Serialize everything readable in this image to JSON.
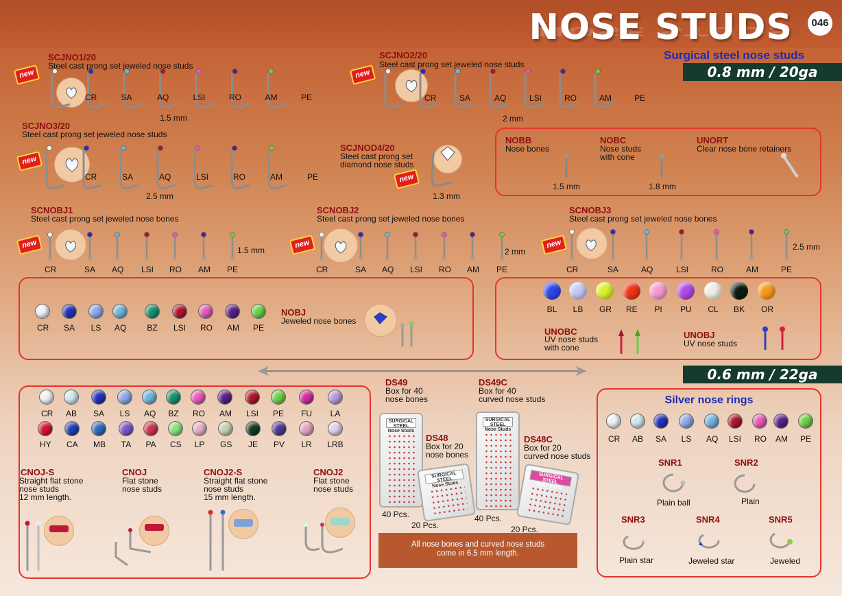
{
  "header": {
    "title": "NOSE STUDS",
    "page_number": "046"
  },
  "section": {
    "subtitle": "Surgical steel nose studs",
    "gauge_08": "0.8 mm / 20ga",
    "gauge_06": "0.6 mm / 22ga"
  },
  "new_badge": "new",
  "scjno1": {
    "code": "SCJNO1/20",
    "desc": "Steel cast prong set jeweled nose studs",
    "size": "1.5 mm",
    "colors": [
      "CR",
      "SA",
      "AQ",
      "LSI",
      "RO",
      "AM",
      "PE"
    ]
  },
  "scjno2": {
    "code": "SCJNO2/20",
    "desc": "Steel cast prong set jeweled nose studs",
    "size": "2 mm",
    "colors": [
      "CR",
      "SA",
      "AQ",
      "LSI",
      "RO",
      "AM",
      "PE"
    ]
  },
  "scjno3": {
    "code": "SCJNO3/20",
    "desc": "Steel cast prong set jeweled nose studs",
    "size": "2.5 mm",
    "colors": [
      "CR",
      "SA",
      "AQ",
      "LSI",
      "RO",
      "AM",
      "PE"
    ]
  },
  "scjnod4": {
    "code": "SCJNOD4/20",
    "desc1": "Steel cast prong set",
    "desc2": "diamond nose studs",
    "size": "1.3 mm"
  },
  "nobb": {
    "code": "NOBB",
    "desc": "Nose bones",
    "size": "1.5 mm"
  },
  "nobc": {
    "code": "NOBC",
    "desc1": "Nose studs",
    "desc2": "with cone",
    "size": "1.8 mm"
  },
  "unort": {
    "code": "UNORT",
    "desc": "Clear nose bone retainers"
  },
  "scnobj1": {
    "code": "SCNOBJ1",
    "desc": "Steel cast prong set jeweled nose bones",
    "size": "1.5 mm",
    "colors": [
      "CR",
      "SA",
      "AQ",
      "LSI",
      "RO",
      "AM",
      "PE"
    ]
  },
  "scnobj2": {
    "code": "SCNOBJ2",
    "desc": "Steel cast prong set jeweled nose bones",
    "size": "2 mm",
    "colors": [
      "CR",
      "SA",
      "AQ",
      "LSI",
      "RO",
      "AM",
      "PE"
    ]
  },
  "scnobj3": {
    "code": "SCNOBJ3",
    "desc": "Steel cast prong set jeweled nose bones",
    "size": "2.5 mm",
    "colors": [
      "CR",
      "SA",
      "AQ",
      "LSI",
      "RO",
      "AM",
      "PE"
    ]
  },
  "nobj": {
    "code": "NOBJ",
    "desc": "Jeweled nose bones",
    "colors": [
      "CR",
      "SA",
      "LS",
      "AQ",
      "BZ",
      "LSI",
      "RO",
      "AM",
      "PE"
    ]
  },
  "uv": {
    "colors": [
      "BL",
      "LB",
      "GR",
      "RE",
      "PI",
      "PU",
      "CL",
      "BK",
      "OR"
    ],
    "unobc_code": "UNOBC",
    "unobc_desc1": "UV nose studs",
    "unobc_desc2": "with cone",
    "unobj_code": "UNOBJ",
    "unobj_desc": "UV nose studs"
  },
  "flat": {
    "colors_row1": [
      "CR",
      "AB",
      "SA",
      "LS",
      "AQ",
      "BZ",
      "RO",
      "AM",
      "LSI",
      "PE",
      "FU",
      "LA"
    ],
    "colors_row2": [
      "HY",
      "CA",
      "MB",
      "TA",
      "PA",
      "CS",
      "LP",
      "GS",
      "JE",
      "PV",
      "LR",
      "LRB"
    ],
    "cnojs_code": "CNOJ-S",
    "cnojs_d1": "Straight flat stone",
    "cnojs_d2": "nose studs",
    "cnojs_d3": "12 mm length.",
    "cnoj_code": "CNOJ",
    "cnoj_d1": "Flat stone",
    "cnoj_d2": "nose studs",
    "cnoj2s_code": "CNOJ2-S",
    "cnoj2s_d1": "Straight flat stone",
    "cnoj2s_d2": "nose studs",
    "cnoj2s_d3": "15 mm length.",
    "cnoj2_code": "CNOJ2",
    "cnoj2_d1": "Flat stone",
    "cnoj2_d2": "nose studs"
  },
  "display": {
    "box_label_1": "SURGICAL STEEL",
    "box_label_2": "Nose Studs",
    "ds49_code": "DS49",
    "ds49_d1": "Box for 40",
    "ds49_d2": "nose bones",
    "ds49_pcs": "40 Pcs.",
    "ds48_code": "DS48",
    "ds48_d1": "Box for 20",
    "ds48_d2": "nose bones",
    "ds48_pcs": "20 Pcs.",
    "ds49c_code": "DS49C",
    "ds49c_d1": "Box for 40",
    "ds49c_d2": "curved nose studs",
    "ds49c_pcs": "40 Pcs.",
    "ds48c_code": "DS48C",
    "ds48c_d1": "Box for 20",
    "ds48c_d2": "curved nose studs",
    "ds48c_pcs": "20 Pcs.",
    "note_1": "All nose bones and curved nose studs",
    "note_2": "come in 6.5 mm length."
  },
  "rings": {
    "title": "Silver nose rings",
    "colors": [
      "CR",
      "AB",
      "SA",
      "LS",
      "AQ",
      "LSI",
      "RO",
      "AM",
      "PE"
    ],
    "snr1_code": "SNR1",
    "snr1_desc": "Plain ball",
    "snr2_code": "SNR2",
    "snr2_desc": "Plain",
    "snr3_code": "SNR3",
    "snr3_desc": "Plain star",
    "snr4_code": "SNR4",
    "snr4_desc": "Jeweled star",
    "snr5_code": "SNR5",
    "snr5_desc": "Jeweled"
  },
  "colors": {
    "CR": "#eef2f6",
    "SA": "#2230b8",
    "AQ": "#6fb3dc",
    "LSI": "#b0142a",
    "RO": "#e858b8",
    "AM": "#5a1f88",
    "PE": "#6cd046",
    "LS": "#8ea6e8",
    "BZ": "#169070",
    "AB": "#cfe6f0",
    "FU": "#d42aa0",
    "LA": "#b69ad8",
    "HY": "#d81030",
    "CA": "#1f3fae",
    "MB": "#2c6ab8",
    "TA": "#7a56c6",
    "PA": "#d0344c",
    "CS": "#8ae27a",
    "LP": "#e6aeca",
    "GS": "#c6d0b2",
    "JE": "#143c22",
    "PV": "#4c3a90",
    "LR": "#e2a2c2",
    "LRB": "#dcd0e8",
    "BL": "#3046e8",
    "LB": "#c4c8f4",
    "GR": "#ddee2c",
    "RE": "#f03416",
    "PI": "#f59ad0",
    "PU": "#b04ae4",
    "CL": "#eeeee4",
    "BK": "#0a1e12",
    "OR": "#f79a1c"
  }
}
